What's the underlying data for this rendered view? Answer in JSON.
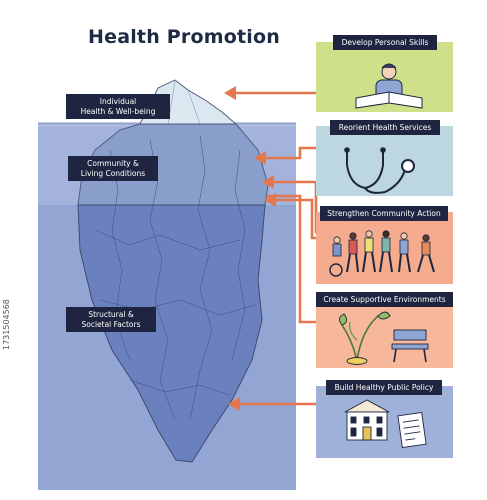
{
  "title": "Health Promotion",
  "iceberg_labels": {
    "top": [
      "Individual",
      "Health & Well-being"
    ],
    "middle": [
      "Community &",
      "Living Conditions"
    ],
    "bottom": [
      "Structural &",
      "Societal Factors"
    ]
  },
  "cards": [
    {
      "label": "Develop Personal Skills",
      "color": "#cfe08a",
      "icon": "reading-person-icon"
    },
    {
      "label": "Reorient Health Services",
      "color": "#bcd7e0",
      "icon": "stethoscope-icon"
    },
    {
      "label": "Strengthen Community Action",
      "color": "#f4ab8e",
      "icon": "community-group-icon"
    },
    {
      "label": "Create Supportive Environments",
      "color": "#f7b79a",
      "icon": "plant-bench-icon"
    },
    {
      "label": "Build Healthy Public Policy",
      "color": "#9fb1d9",
      "icon": "building-document-icon"
    }
  ],
  "colors": {
    "water": "#9aabd6",
    "ice_top": "#d6e6ef",
    "ice_mid": "#8c9fcc",
    "ice_deep": "#6a80bd",
    "arrow": "#e8784f",
    "label_bg": "#1f2540"
  },
  "watermark": "1731504568"
}
